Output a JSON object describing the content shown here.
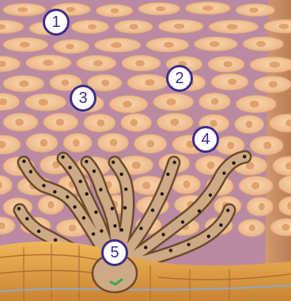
{
  "colors": {
    "background_tissue": "#b98aa2",
    "cell_fill": "#f2c79a",
    "cell_nucleus": "#e0a16d",
    "cell_outline": "#d9a27a",
    "side_face": "#c89064",
    "melanocyte_fill": "#cdaa85",
    "melanocyte_outline": "#6b4a2a",
    "melanin_granule": "#1d1712",
    "basal_layer": "#e0a04a",
    "marker_border": "#3d2d8a",
    "marker_text": "#3d2d8a",
    "marker_fill": "#ffffff",
    "green_accent": "#39a64b"
  },
  "markers": [
    {
      "label": "1"
    },
    {
      "label": "2"
    },
    {
      "label": "3"
    },
    {
      "label": "4"
    },
    {
      "label": "5"
    }
  ]
}
